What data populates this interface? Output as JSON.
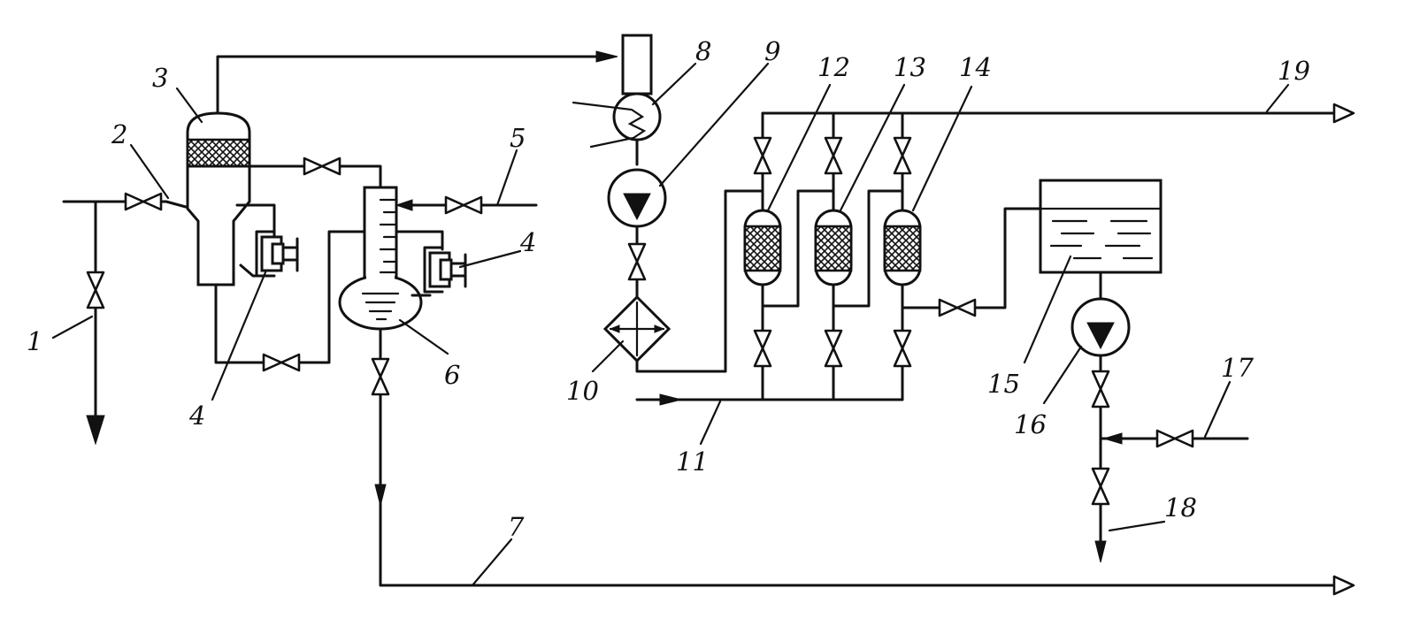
{
  "labels": {
    "l1": "1",
    "l2": "2",
    "l3": "3",
    "l4a": "4",
    "l4b": "4",
    "l5": "5",
    "l6": "6",
    "l7": "7",
    "l8": "8",
    "l9": "9",
    "l10": "10",
    "l11": "11",
    "l12": "12",
    "l13": "13",
    "l14": "14",
    "l15": "15",
    "l16": "16",
    "l17": "17",
    "l18": "18",
    "l19": "19"
  }
}
